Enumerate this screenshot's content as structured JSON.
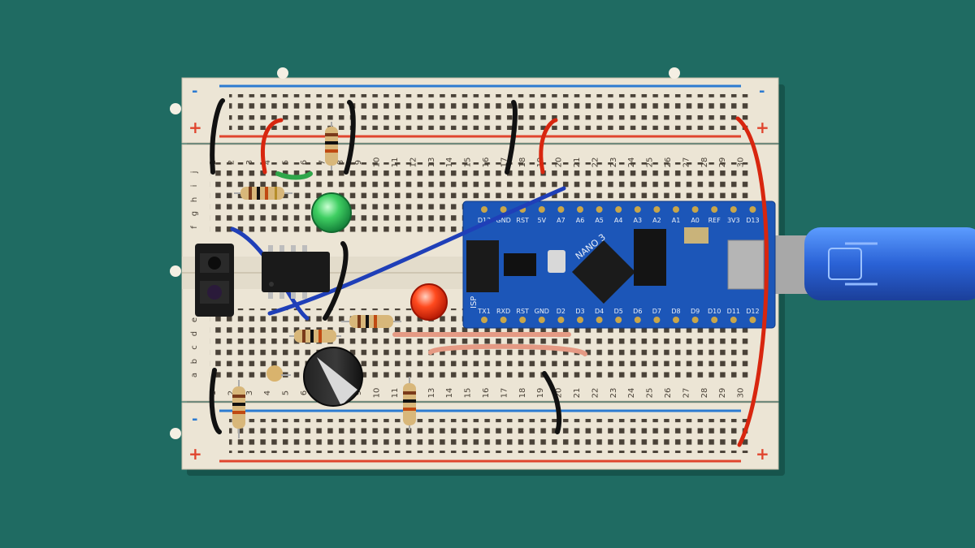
{
  "breadboard": {
    "rail_minus": "-",
    "rail_plus": "+",
    "row_letters_top": [
      "j",
      "i",
      "h",
      "g",
      "f"
    ],
    "row_letters_bottom": [
      "e",
      "d",
      "c",
      "b",
      "a"
    ],
    "column_numbers": [
      "1",
      "2",
      "3",
      "4",
      "5",
      "6",
      "7",
      "8",
      "9",
      "10",
      "11",
      "12",
      "13",
      "14",
      "15",
      "16",
      "17",
      "18",
      "19",
      "20",
      "21",
      "22",
      "23",
      "24",
      "25",
      "26",
      "27",
      "28",
      "29",
      "30"
    ]
  },
  "nano": {
    "top_pin_labels": [
      "D12",
      "GND",
      "RST",
      "5V",
      "A7",
      "A6",
      "A5",
      "A4",
      "A3",
      "A2",
      "A1",
      "A0",
      "REF",
      "3V3",
      "D13"
    ],
    "bottom_pin_labels": [
      "TX1",
      "RXD",
      "RST",
      "GND",
      "D2",
      "D3",
      "D4",
      "D5",
      "D6",
      "D7",
      "D8",
      "D9",
      "D10",
      "D11",
      "D12"
    ],
    "board_name": "NANO 3",
    "isp_label": "ISP"
  },
  "colors": {
    "table": "#1f6b62",
    "breadboard": "#ece5d5",
    "rail_red": "#e0452e",
    "rail_blue": "#2c7bd1",
    "pcb": "#1c56b8",
    "usb_cable": "#2f6fd9"
  }
}
